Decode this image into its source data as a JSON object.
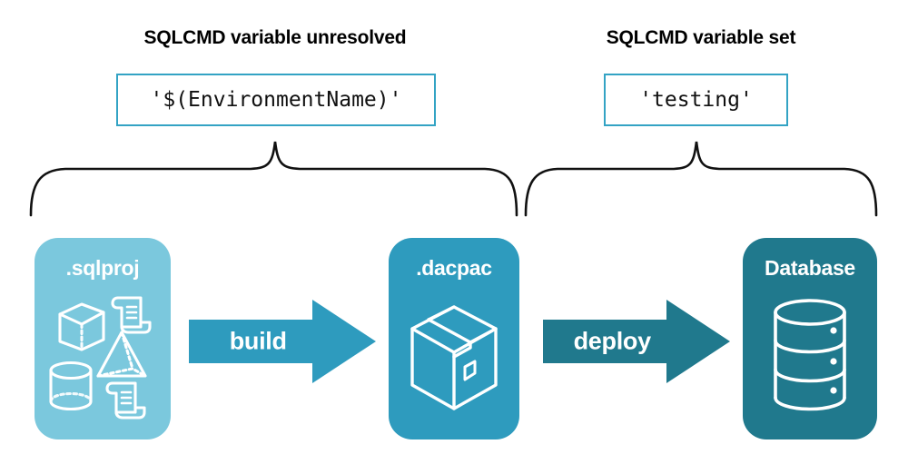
{
  "diagram": {
    "title_left": "SQLCMD variable unresolved",
    "title_right": "SQLCMD variable set",
    "code_left": "'$(EnvironmentName)'",
    "code_right": "'testing'",
    "stages": [
      {
        "id": "sqlproj",
        "label": ".sqlproj",
        "color": "#7BC8DD",
        "icon": "project-shapes-icon"
      },
      {
        "id": "dacpac",
        "label": ".dacpac",
        "color": "#2E9BBE",
        "icon": "package-box-icon"
      },
      {
        "id": "database",
        "label": "Database",
        "color": "#20798D",
        "icon": "database-cylinder-icon"
      }
    ],
    "arrows": [
      {
        "id": "build",
        "label": "build",
        "color": "#2E9BBE"
      },
      {
        "id": "deploy",
        "label": "deploy",
        "color": "#20798D"
      }
    ],
    "colors": {
      "code_border": "#33A3C4",
      "brace": "#111111",
      "background": "#FFFFFF",
      "text": "#000000",
      "stage_text": "#FFFFFF"
    }
  }
}
